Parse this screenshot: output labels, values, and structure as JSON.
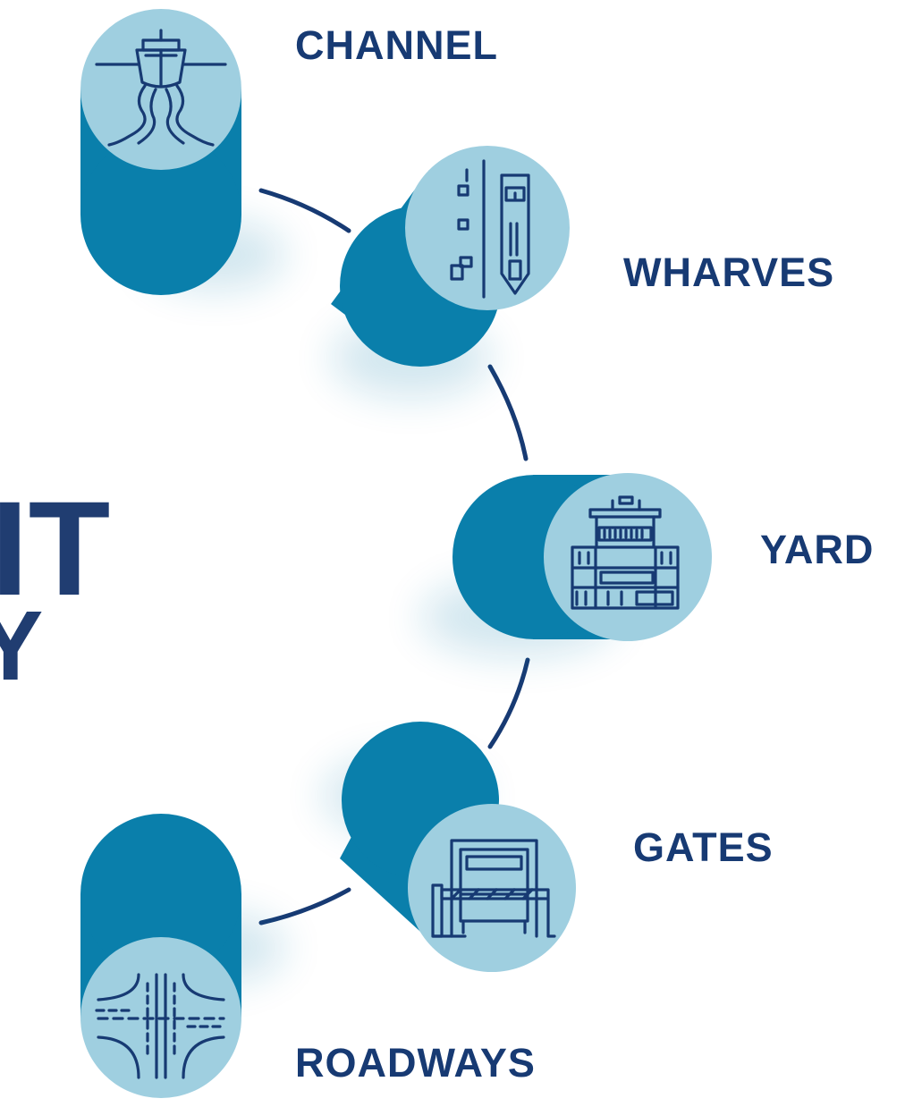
{
  "colors": {
    "cylinder_body": "#0a7fab",
    "cylinder_top": "#9fcfe0",
    "text": "#173a73",
    "connector": "#173a73"
  },
  "partial_text": {
    "line1": "IT",
    "line2": "Y"
  },
  "nodes": [
    {
      "label": "CHANNEL",
      "icon": "ship-icon"
    },
    {
      "label": "WHARVES",
      "icon": "wharf-ship-icon"
    },
    {
      "label": "YARD",
      "icon": "container-crane-icon"
    },
    {
      "label": "GATES",
      "icon": "gate-barrier-truck-icon"
    },
    {
      "label": "ROADWAYS",
      "icon": "road-intersection-icon"
    }
  ]
}
